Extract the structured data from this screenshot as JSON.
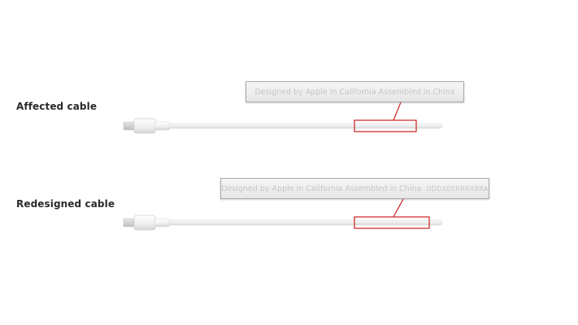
{
  "sections": [
    {
      "label": "Affected cable",
      "callout_text": "Designed by Apple in California  Assembled in China",
      "callout_code": ""
    },
    {
      "label": "Redesigned cable",
      "callout_text": "Designed by Apple in California  Assembled in China",
      "callout_code": "DDDXEERRRRRRA"
    }
  ],
  "colors": {
    "highlight_box": "#cc1f1f",
    "cable": "#f4f4f4",
    "cable_outline": "#cfcfcf"
  }
}
